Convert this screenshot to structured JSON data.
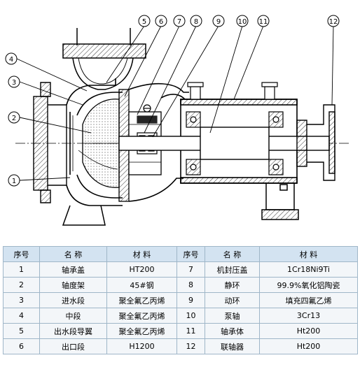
{
  "callouts": [
    "1",
    "2",
    "3",
    "4",
    "5",
    "6",
    "7",
    "8",
    "9",
    "10",
    "11",
    "12"
  ],
  "table": {
    "headers": [
      "序号",
      "名 称",
      "材 料",
      "序号",
      "名 称",
      "材 料"
    ],
    "rows": [
      [
        "1",
        "轴承盖",
        "HT200",
        "7",
        "机封压盖",
        "1Cr18Ni9Ti"
      ],
      [
        "2",
        "轴度架",
        "45#钢",
        "8",
        "静环",
        "99.9%氧化铝陶瓷"
      ],
      [
        "3",
        "进水段",
        "聚全氟乙丙烯",
        "9",
        "动环",
        "填充四氟乙烯"
      ],
      [
        "4",
        "中段",
        "聚全氟乙丙烯",
        "10",
        "泵轴",
        "3Cr13"
      ],
      [
        "5",
        "出水段导翼",
        "聚全氟乙丙烯",
        "11",
        "轴承体",
        "Ht200"
      ],
      [
        "6",
        "出口段",
        "H1200",
        "12",
        "联轴器",
        "Ht200"
      ]
    ]
  }
}
